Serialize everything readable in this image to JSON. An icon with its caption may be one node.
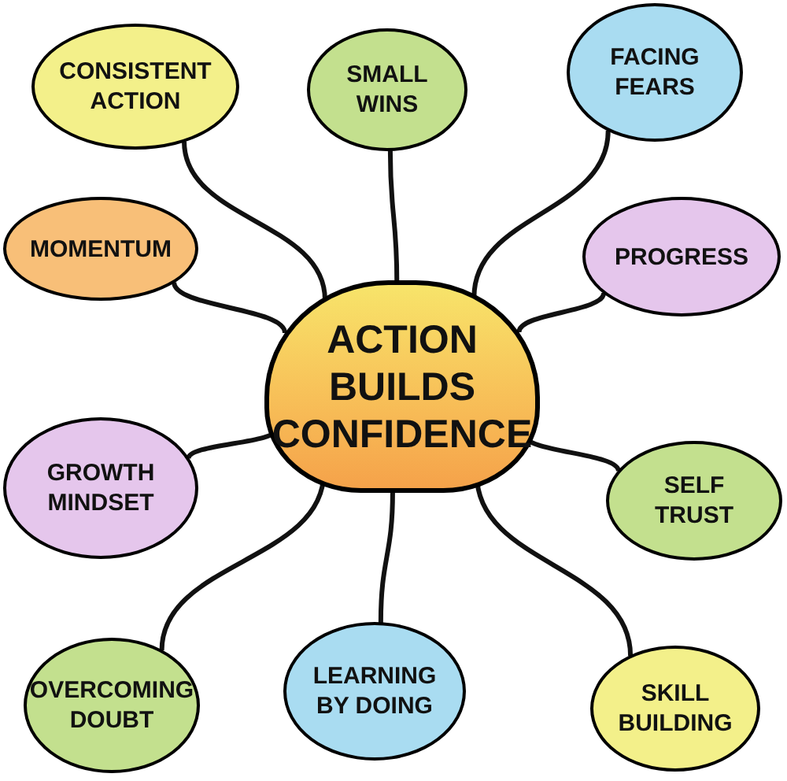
{
  "diagram": {
    "nodes": [
      {
        "text": [
          "ACTION BUILDS CONFIDENCE"
        ]
      },
      {
        "text": [
          "CONSISTENT ACTION"
        ]
      },
      {
        "text": [
          "SMALL WINS"
        ]
      },
      {
        "text": [
          "FACING FEARS"
        ]
      },
      {
        "text": [
          "MOMENTUM"
        ]
      },
      {
        "text": [
          "PROGRESS"
        ]
      },
      {
        "text": [
          "GROWTH MINDSET"
        ]
      },
      {
        "text": [
          "SELF TRUST"
        ]
      },
      {
        "text": [
          "OVERCOMING DOUBT"
        ]
      },
      {
        "text": [
          "LEARNING BY DOING"
        ]
      },
      {
        "text": [
          "SKILL BUILDING"
        ]
      }
    ],
    "edges": [
      {
        "from": 0,
        "to": 1,
        "arrow": "none"
      },
      {
        "from": 0,
        "to": 2,
        "arrow": "none"
      },
      {
        "from": 0,
        "to": 3,
        "arrow": "none"
      },
      {
        "from": 0,
        "to": 4,
        "arrow": "none"
      },
      {
        "from": 0,
        "to": 5,
        "arrow": "none"
      },
      {
        "from": 0,
        "to": 6,
        "arrow": "none"
      },
      {
        "from": 0,
        "to": 7,
        "arrow": "none"
      },
      {
        "from": 0,
        "to": 8,
        "arrow": "none"
      },
      {
        "from": 0,
        "to": 9,
        "arrow": "none"
      },
      {
        "from": 0,
        "to": 10,
        "arrow": "none"
      }
    ]
  }
}
